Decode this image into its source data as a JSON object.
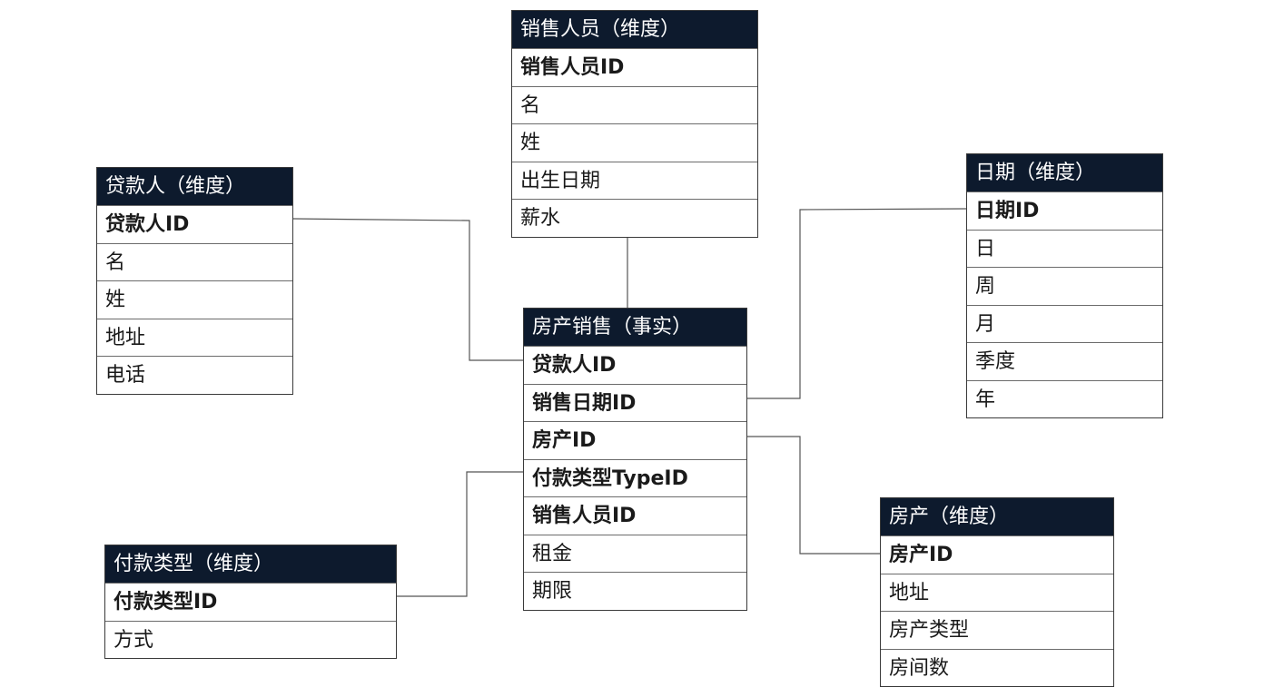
{
  "colors": {
    "header_bg": "#0d1a2d",
    "header_text": "#ffffff",
    "border": "#3a3a3a",
    "connector": "#555555"
  },
  "entities": {
    "salesperson": {
      "title": "销售人员（维度）",
      "fields": [
        {
          "label": "销售人员ID",
          "key": true
        },
        {
          "label": "名",
          "key": false
        },
        {
          "label": "姓",
          "key": false
        },
        {
          "label": "出生日期",
          "key": false
        },
        {
          "label": "薪水",
          "key": false
        }
      ]
    },
    "borrower": {
      "title": "贷款人（维度）",
      "fields": [
        {
          "label": "贷款人ID",
          "key": true
        },
        {
          "label": "名",
          "key": false
        },
        {
          "label": "姓",
          "key": false
        },
        {
          "label": "地址",
          "key": false
        },
        {
          "label": "电话",
          "key": false
        }
      ]
    },
    "date": {
      "title": "日期（维度）",
      "fields": [
        {
          "label": "日期ID",
          "key": true
        },
        {
          "label": "日",
          "key": false
        },
        {
          "label": "周",
          "key": false
        },
        {
          "label": "月",
          "key": false
        },
        {
          "label": "季度",
          "key": false
        },
        {
          "label": "年",
          "key": false
        }
      ]
    },
    "property_sales": {
      "title": "房产销售（事实）",
      "fields": [
        {
          "label": "贷款人ID",
          "key": true
        },
        {
          "label": "销售日期ID",
          "key": true
        },
        {
          "label": "房产ID",
          "key": true
        },
        {
          "label": "付款类型TypeID",
          "key": true
        },
        {
          "label": "销售人员ID",
          "key": true
        },
        {
          "label": "租金",
          "key": false
        },
        {
          "label": "期限",
          "key": false
        }
      ]
    },
    "payment_type": {
      "title": "付款类型（维度）",
      "fields": [
        {
          "label": "付款类型ID",
          "key": true
        },
        {
          "label": "方式",
          "key": false
        }
      ]
    },
    "property": {
      "title": "房产（维度）",
      "fields": [
        {
          "label": "房产ID",
          "key": true
        },
        {
          "label": "地址",
          "key": false
        },
        {
          "label": "房产类型",
          "key": false
        },
        {
          "label": "房间数",
          "key": false
        }
      ]
    }
  }
}
